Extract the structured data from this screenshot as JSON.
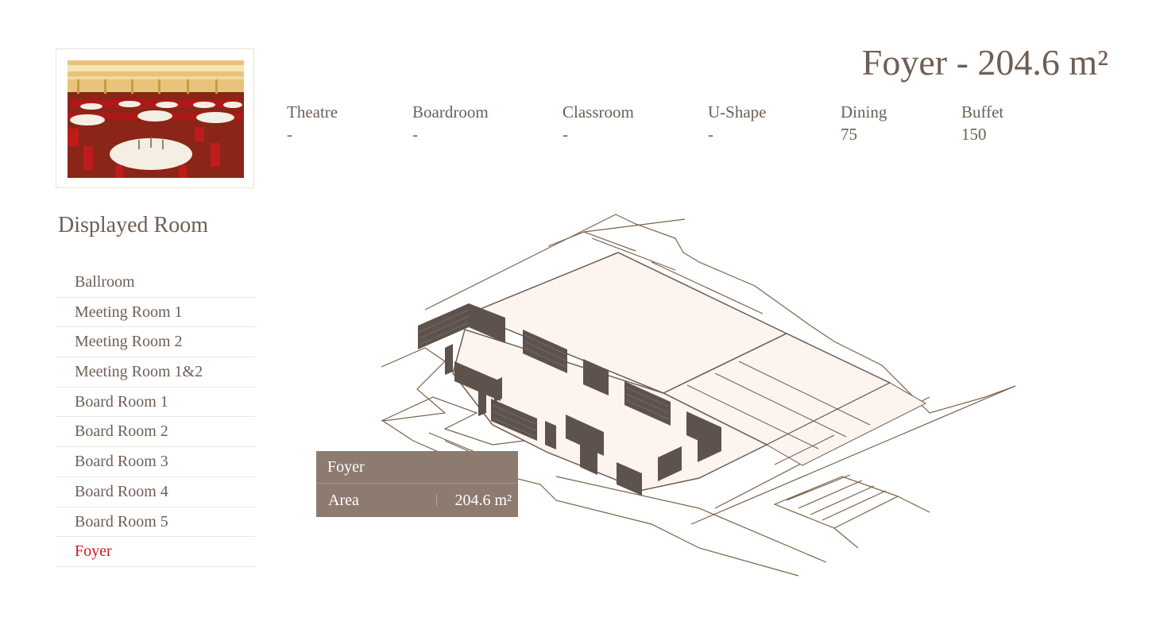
{
  "room": {
    "title": "Foyer - 204.6 m²"
  },
  "capacities": [
    {
      "label": "Theatre",
      "value": "-"
    },
    {
      "label": "Boardroom",
      "value": "-"
    },
    {
      "label": "Classroom",
      "value": "-"
    },
    {
      "label": "U-Shape",
      "value": "-"
    },
    {
      "label": "Dining",
      "value": "75"
    },
    {
      "label": "Buffet",
      "value": "150"
    }
  ],
  "sidebar": {
    "title": "Displayed Room",
    "items": [
      {
        "label": "Ballroom"
      },
      {
        "label": "Meeting Room 1"
      },
      {
        "label": "Meeting Room 2"
      },
      {
        "label": "Meeting Room 1&2"
      },
      {
        "label": "Board Room 1"
      },
      {
        "label": "Board Room 2"
      },
      {
        "label": "Board Room 3"
      },
      {
        "label": "Board Room 4"
      },
      {
        "label": "Board Room 5"
      },
      {
        "label": "Foyer"
      }
    ],
    "active_item": "Foyer"
  },
  "tooltip": {
    "name": "Foyer",
    "area_label": "Area",
    "area_value": "204.6 m²"
  },
  "colors": {
    "text": "#6e5e55",
    "active": "#d0151f",
    "tooltip_bg": "#8e7b70",
    "room_fill": "#fdf3ef",
    "wall": "#5e524c",
    "outline": "#7a6248"
  },
  "icons": {
    "photo": "banquet-hall-photo"
  }
}
